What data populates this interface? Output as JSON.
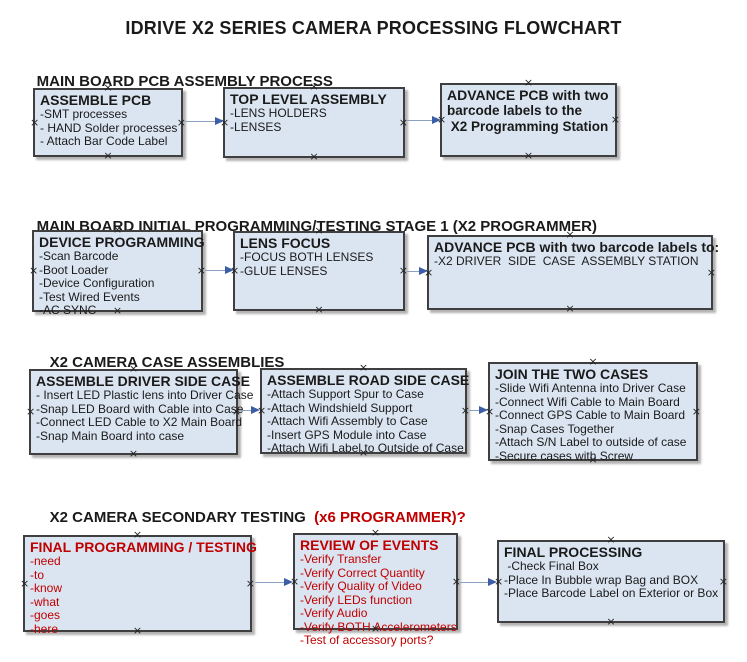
{
  "title": "IDRIVE X2  SERIES CAMERA PROCESSING FLOWCHART",
  "colors": {
    "box_fill": "#dbe5f1",
    "box_border": "#3f3f3f",
    "red_text": "#c00000",
    "arrow_line": "#8aa2c0",
    "arrow_head": "#3b5ea6"
  },
  "sections": [
    {
      "header": "MAIN BOARD PCB ASSEMBLY PROCESS",
      "boxes": [
        {
          "title": "ASSEMBLE PCB",
          "lines": [
            "-SMT processes",
            "- HAND Solder processes",
            "- Attach Bar Code Label"
          ]
        },
        {
          "title": "TOP LEVEL ASSEMBLY",
          "lines": [
            "-LENS HOLDERS",
            "-LENSES"
          ]
        },
        {
          "title": "ADVANCE PCB with two",
          "lines": [
            "barcode labels to the",
            " X2 Programming Station"
          ]
        }
      ]
    },
    {
      "header": "MAIN BOARD INITIAL PROGRAMMING/TESTING STAGE 1 (X2 PROGRAMMER)",
      "boxes": [
        {
          "title": "DEVICE PROGRAMMING",
          "lines": [
            "-Scan Barcode",
            "-Boot Loader",
            "-Device Configuration",
            "-Test Wired Events",
            "-AC SYNC"
          ]
        },
        {
          "title": "LENS FOCUS",
          "lines": [
            "-FOCUS BOTH LENSES",
            "-GLUE LENSES"
          ]
        },
        {
          "title": "ADVANCE PCB with two barcode labels to:",
          "lines": [
            "-X2 DRIVER  SIDE  CASE  ASSEMBLY STATION"
          ]
        }
      ]
    },
    {
      "header": "X2 CAMERA CASE ASSEMBLIES",
      "boxes": [
        {
          "title": "ASSEMBLE DRIVER SIDE CASE",
          "lines": [
            "- Insert LED Plastic lens into Driver Case",
            "-Snap LED Board with Cable into Case",
            "-Connect LED Cable to X2 Main Board",
            "-Snap Main Board into case"
          ]
        },
        {
          "title": "ASSEMBLE ROAD SIDE CASE",
          "lines": [
            "-Attach Support Spur to Case",
            "-Attach Windshield Support",
            "-Attach Wifi Assembly to Case",
            "-Insert GPS Module into Case",
            "-Attach Wifi Label to Outside of Case"
          ]
        },
        {
          "title": "JOIN THE TWO CASES",
          "lines": [
            "-Slide Wifi Antenna into Driver Case",
            "-Connect Wifi Cable to Main Board",
            "-Connect GPS Cable to Main Board",
            "-Snap Cases Together",
            "-Attach S/N Label to outside of case",
            "-Secure cases with Screw"
          ]
        }
      ]
    },
    {
      "header": "X2 CAMERA SECONDARY TESTING ",
      "header_red": " (x6 PROGRAMMER)?",
      "boxes": [
        {
          "title": "FINAL PROGRAMMING / TESTING",
          "lines": [
            "-need",
            "-to",
            "-know",
            "-what",
            "-goes",
            "-here"
          ]
        },
        {
          "title": "REVIEW OF EVENTS",
          "lines": [
            "-Verify Transfer",
            "-Verify Correct Quantity",
            "-Verify Quality of Video",
            "-Verify LEDs function",
            "-Verify Audio",
            "-Verify BOTH Accelerometers",
            "-Test of accessory ports?"
          ]
        },
        {
          "title": "FINAL PROCESSING",
          "lines": [
            " -Check Final Box",
            "-Place In Bubble wrap Bag and BOX",
            "-Place Barcode Label on Exterior or Box"
          ]
        }
      ]
    }
  ],
  "connector_glyph": "×"
}
